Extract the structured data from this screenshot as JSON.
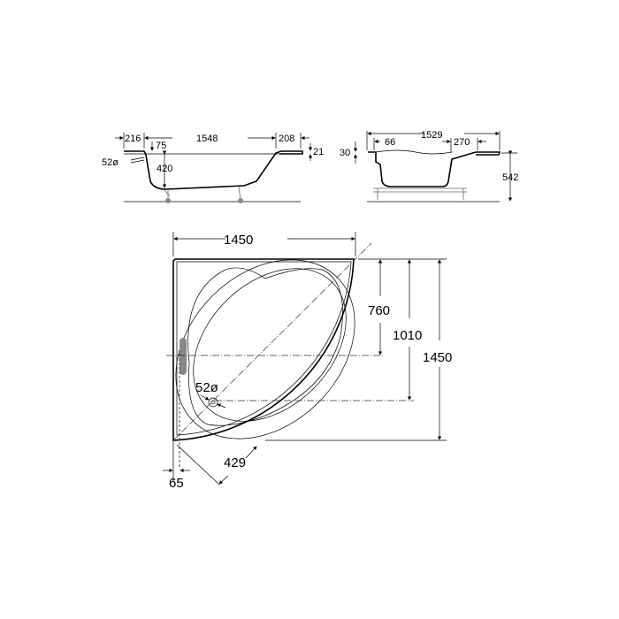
{
  "side_view_length": {
    "left_rim": "216",
    "length": "1548",
    "right_rim": "208",
    "rim_height": "75",
    "rim_thickness": "21",
    "drain_diameter": "52ø",
    "depth": "420"
  },
  "side_view_width": {
    "width": "1529",
    "left_offset": "66",
    "right_step": "270",
    "rim_thickness": "30",
    "height": "542"
  },
  "plan_view": {
    "width": "1450",
    "depth": "1450",
    "to_drain_axis": "1010",
    "to_handle_axis": "760",
    "drain_diameter": "52ø",
    "diagonal": "429",
    "offset": "65"
  }
}
